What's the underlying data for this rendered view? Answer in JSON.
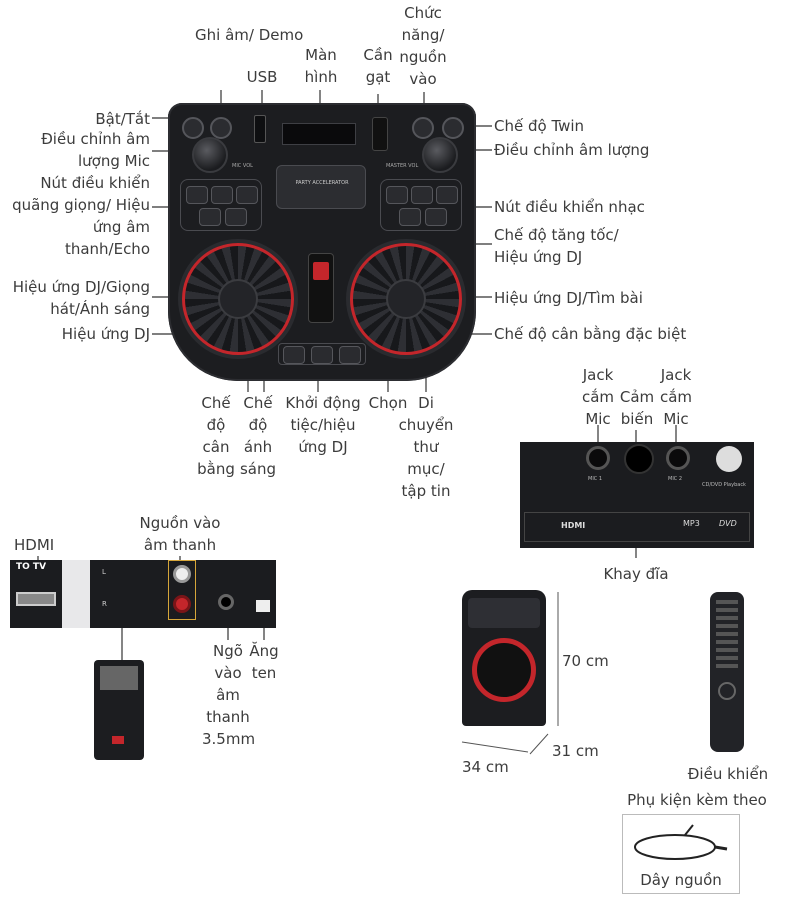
{
  "labels": {
    "ghi_am": "Ghi âm/ Demo",
    "usb": "USB",
    "man_hinh": "Màn hình",
    "can_gat": "Cần gạt",
    "chuc_nang": "Chức năng/ nguồn vào",
    "bat_tat": "Bật/Tắt",
    "dieu_chinh_mic": "Điều chỉnh âm lượng Mic",
    "nut_giong": "Nút điều khiển quãng giọng/ Hiệu ứng âm thanh/Echo",
    "hieu_ung_dj_giong": "Hiệu ứng DJ/Giọng hát/Ánh sáng",
    "hieu_ung_dj_left": "Hiệu ứng DJ",
    "che_do_twin": "Chế độ Twin",
    "dieu_chinh_am_luong": "Điều chỉnh âm lượng",
    "nut_nhac": "Nút điều khiển nhạc",
    "che_do_tang_toc": "Chế độ tăng tốc/ Hiệu ứng DJ",
    "hieu_ung_tim_bai": "Hiệu ứng DJ/Tìm bài",
    "can_bang_dac_biet": "Chế độ cân bằng đặc biệt",
    "can_bang": "Chế độ cân bằng",
    "anh_sang": "Chế độ ánh sáng",
    "khoi_dong_tiec": "Khởi động tiệc/hiệu ứng DJ",
    "chon": "Chọn",
    "di_chuyen": "Di chuyển thư mục/ tập tin",
    "jack_mic_1": "Jack cắm Mic",
    "cam_bien": "Cảm biến",
    "jack_mic_2": "Jack cắm Mic",
    "khay_dia": "Khay đĩa",
    "hdmi": "HDMI",
    "nguon_vao_am_thanh": "Nguồn vào âm thanh",
    "ngo_vao": "Ngõ vào âm thanh 3.5mm",
    "ang_ten": "Ăng ten",
    "dim_height": "70 cm",
    "dim_depth": "31 cm",
    "dim_width": "34 cm",
    "dieu_khien": "Điều khiển",
    "phu_kien": "Phụ kiện kèm theo",
    "day_nguon": "Dây nguồn"
  },
  "device": {
    "party_accel": "PARTY ACCELERATOR",
    "mic_vol": "MIC VOL",
    "master_vol": "MASTER VOL",
    "mic1": "MIC 1",
    "mic2": "MIC 2",
    "cd_dvd": "CD/DVD Playback",
    "hdmi_logo": "HDMI",
    "mp3": "MP3",
    "dvd": "DVD",
    "to_tv": "TO TV",
    "rca_l": "L",
    "rca_r": "R"
  },
  "colors": {
    "accent_red": "#c4262b",
    "panel": "#1c1d20"
  }
}
